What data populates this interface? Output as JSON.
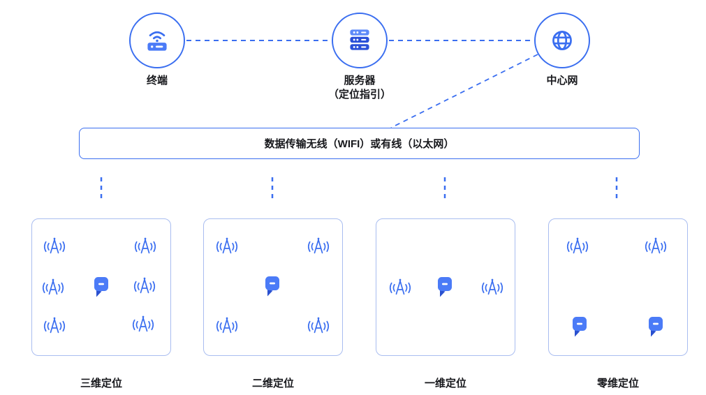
{
  "header_nodes": [
    {
      "id": "terminal",
      "label": "终端",
      "icon": "router-icon"
    },
    {
      "id": "server",
      "label": "服务器",
      "sublabel": "（定位指引）",
      "icon": "server-stack-icon"
    },
    {
      "id": "central-network",
      "label": "中心网",
      "icon": "globe-icon"
    }
  ],
  "transmission_box": {
    "label": "数据传输无线（WIFI）或有线（以太网）"
  },
  "panels": [
    {
      "id": "positioning-3d",
      "label": "三维定位",
      "anchors": 6,
      "tags": 1
    },
    {
      "id": "positioning-2d",
      "label": "二维定位",
      "anchors": 4,
      "tags": 1
    },
    {
      "id": "positioning-1d",
      "label": "一维定位",
      "anchors": 2,
      "tags": 1
    },
    {
      "id": "positioning-0d",
      "label": "零维定位",
      "anchors": 2,
      "tags": 2
    }
  ],
  "icons": {
    "anchor": "antenna-icon",
    "tag": "tag-icon"
  },
  "colors": {
    "primary": "#3A6EF0",
    "icon_fill": "#4B7BF7",
    "icon_dark": "#2A50D8",
    "panel_border": "#A9BDF0",
    "text": "#17181C"
  }
}
